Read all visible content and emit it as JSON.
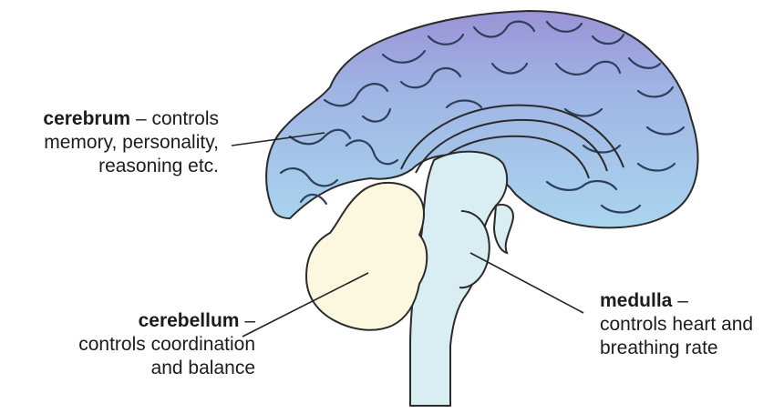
{
  "labels": {
    "cerebrum": {
      "term": "cerebrum",
      "line1_rest": " – controls",
      "line2": "memory, personality,",
      "line3": "reasoning etc."
    },
    "cerebellum": {
      "term": "cerebellum",
      "line1_rest": " –",
      "line2": "controls coordination",
      "line3": "and balance"
    },
    "medulla": {
      "term": "medulla",
      "line1_rest": " –",
      "line2": "controls heart and",
      "line3": "breathing rate"
    }
  },
  "colors": {
    "cerebrum_top": "#9a93d6",
    "cerebrum_bottom": "#a9d7ee",
    "cerebellum": "#fbf8df",
    "brainstem": "#d9eef3",
    "outline": "#2a2a2a"
  }
}
